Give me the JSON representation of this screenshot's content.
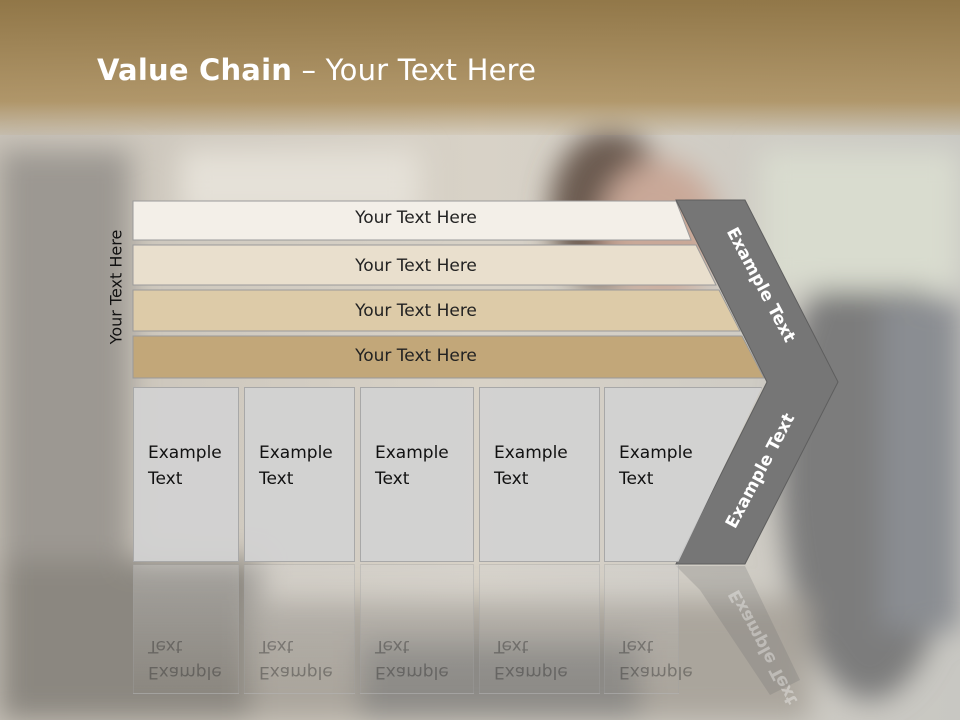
{
  "title": {
    "bold": "Value Chain",
    "rest": " – Your Text Here"
  },
  "side_label": "Your Text Here",
  "rows": [
    {
      "label": "Your Text Here",
      "color": "#f3efe8"
    },
    {
      "label": "Your Text Here",
      "color": "#e9dfcd"
    },
    {
      "label": "Your Text Here",
      "color": "#ddcba8"
    },
    {
      "label": "Your Text Here",
      "color": "#c2a779"
    }
  ],
  "boxes": [
    {
      "line1": "Example",
      "line2": "Text"
    },
    {
      "line1": "Example",
      "line2": "Text"
    },
    {
      "line1": "Example",
      "line2": "Text"
    },
    {
      "line1": "Example",
      "line2": "Text"
    },
    {
      "line1": "Example",
      "line2": "Text"
    }
  ],
  "chevron": {
    "upper": "Example Text",
    "lower": "Example Text",
    "color": "#767676"
  }
}
